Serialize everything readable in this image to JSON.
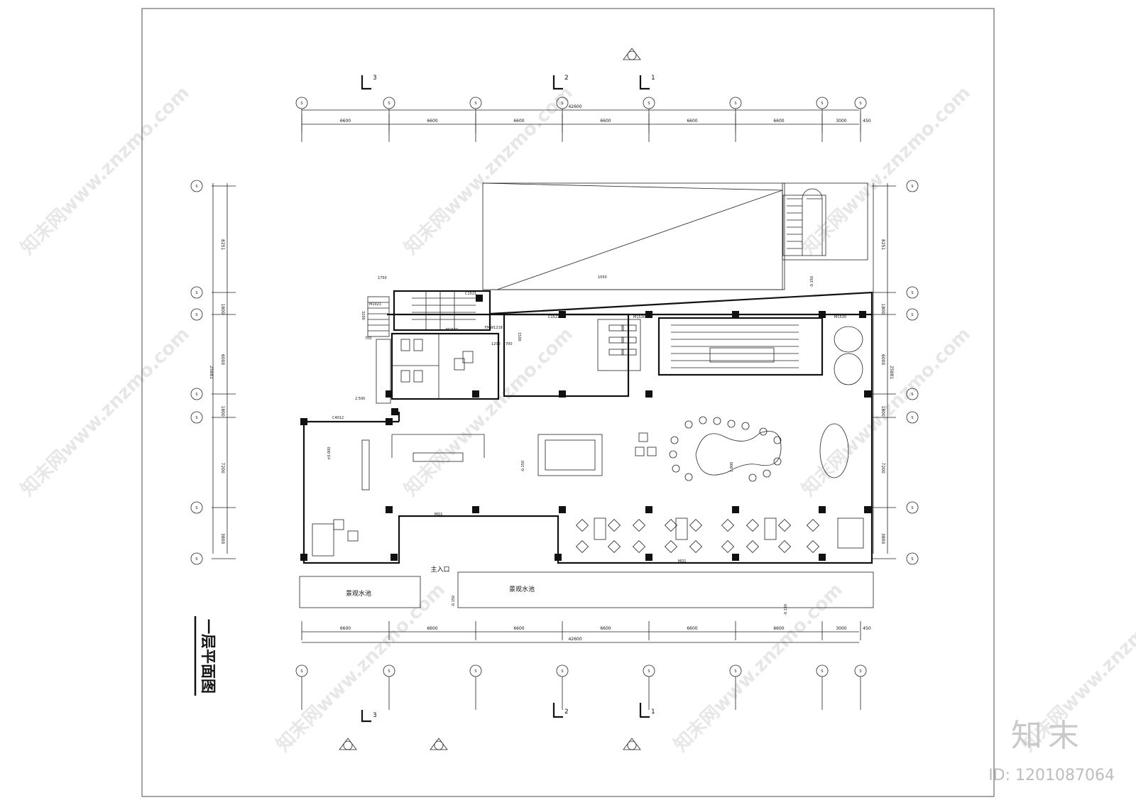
{
  "title": "一层平面图",
  "total_width": "42600",
  "total_height": "25881",
  "top_dims": [
    "6600",
    "6600",
    "6600",
    "6600",
    "6600",
    "6600",
    "3000",
    "450"
  ],
  "bottom_dims": [
    "6600",
    "6600",
    "6600",
    "6600",
    "6600",
    "6600",
    "3000",
    "450"
  ],
  "side_dims": [
    "8251",
    "1800",
    "6000",
    "1800",
    "7200",
    "3800"
  ],
  "side_dims_right": [
    "8251",
    "1800",
    "6000",
    "1800",
    "7200",
    "3800"
  ],
  "pools": [
    "景观水池",
    "景观水池"
  ],
  "main_entrance": "主入口",
  "section_marks": [
    "3",
    "2",
    "1"
  ],
  "axis_letter": "S",
  "doors": [
    "C1521",
    "C1521",
    "M1530",
    "M1530",
    "M1530",
    "FMW1218",
    "M1021",
    "C4012",
    "MQ1",
    "MQ1"
  ],
  "dims_small": [
    "1750",
    "1050",
    "1200",
    "700",
    "1500",
    "2.500",
    "700",
    "3200"
  ],
  "levels": [
    "±0.000",
    "-0.150",
    "-0.150",
    "-0.150",
    "-0.150",
    "1.800"
  ],
  "brand": "知末",
  "drawing_id": "ID: 1201087064",
  "watermark": "知末网www.znzmo.com"
}
